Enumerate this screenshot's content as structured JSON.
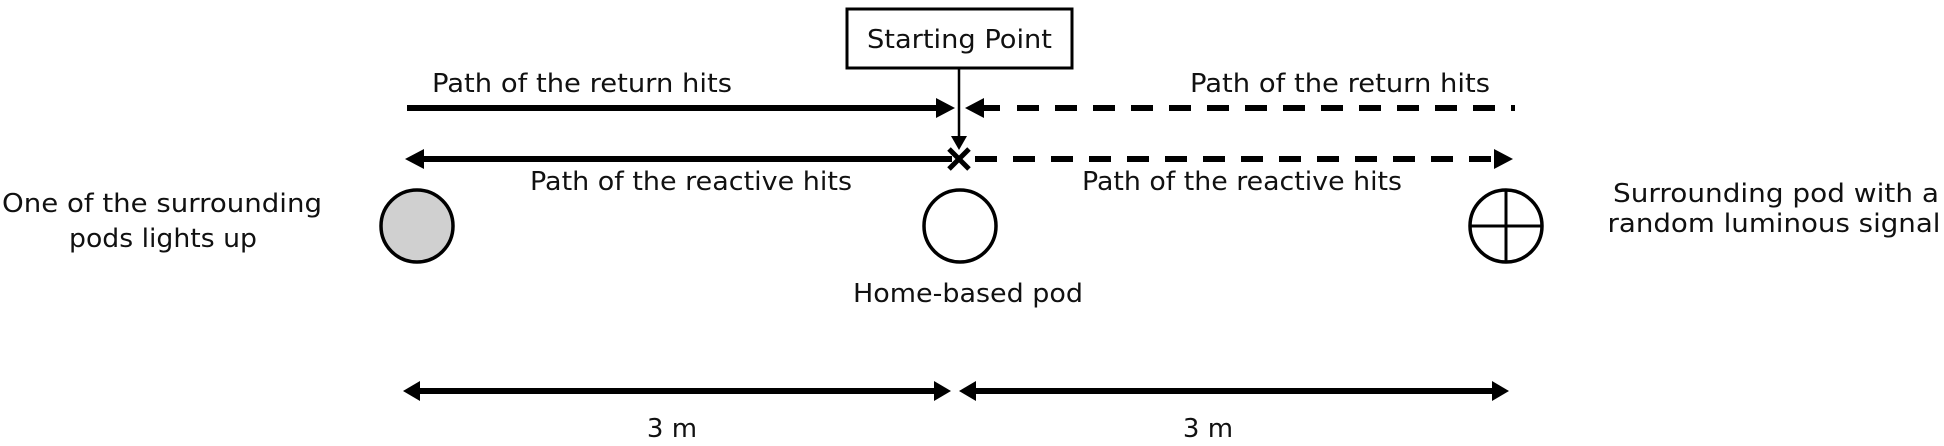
{
  "diagram": {
    "starting_point": "Starting Point",
    "paths": {
      "return_left": "Path of the return hits",
      "return_right": "Path of the return hits",
      "reactive_left": "Path of the reactive hits",
      "reactive_right": "Path of the reactive hits"
    },
    "pods": {
      "left": {
        "type": "lit-pod",
        "fill": "#d0d0d0",
        "caption_lines": [
          "One of the surrounding",
          "pods lights up"
        ]
      },
      "home": {
        "type": "home-pod",
        "fill": "#ffffff",
        "caption": "Home-based pod"
      },
      "right": {
        "type": "random-signal-pod",
        "fill": "#ffffff",
        "caption_lines": [
          "Surrounding pod with a",
          "random luminous signal"
        ]
      }
    },
    "distances": {
      "left": "3 m",
      "right": "3 m"
    },
    "colors": {
      "stroke": "#000000",
      "lit_pod": "#d0d0d0"
    }
  }
}
